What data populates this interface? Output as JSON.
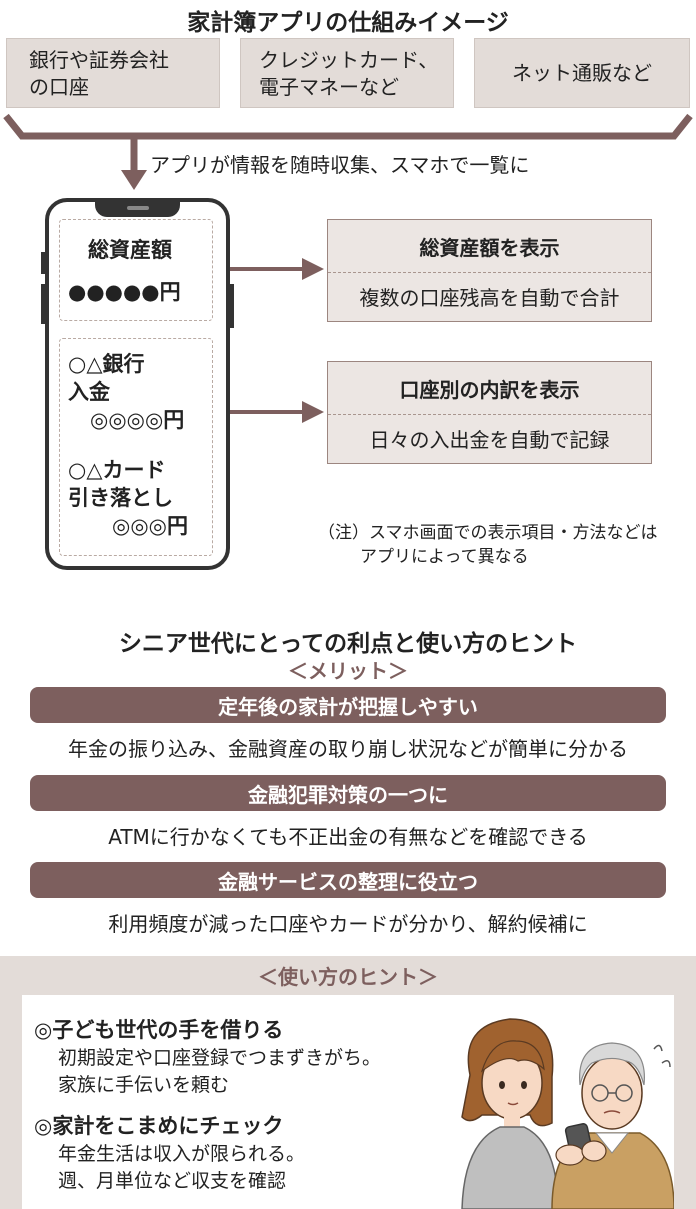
{
  "top": {
    "title": "家計簿アプリの仕組みイメージ",
    "sources": [
      {
        "line1": "銀行や証券会社",
        "line2": "の口座"
      },
      {
        "line1": "クレジットカード、",
        "line2": "電子マネーなど"
      },
      {
        "line1": "ネット通販など",
        "line2": ""
      }
    ],
    "flow_caption": "アプリが情報を随時収集、スマホで一覧に"
  },
  "phone": {
    "panel1": {
      "label": "総資産額",
      "value": "●●●●●円"
    },
    "panel2": {
      "bank": "○△銀行",
      "deposit": "入金",
      "deposit_amount": "◎◎◎◎円",
      "card": "○△カード",
      "debit": "引き落とし",
      "debit_amount": "◎◎◎円"
    }
  },
  "info_boxes": [
    {
      "title": "総資産額を表示",
      "desc": "複数の口座残高を自動で合計"
    },
    {
      "title": "口座別の内訳を表示",
      "desc": "日々の入出金を自動で記録"
    }
  ],
  "note": {
    "line1": "（注）スマホ画面での表示項目・方法などは",
    "line2": "アプリによって異なる"
  },
  "benefits": {
    "title": "シニア世代にとっての利点と使い方のヒント",
    "subtitle": "＜メリット＞",
    "items": [
      {
        "title": "定年後の家計が把握しやすい",
        "desc": "年金の振り込み、金融資産の取り崩し状況などが簡単に分かる"
      },
      {
        "title": "金融犯罪対策の一つに",
        "desc": "ATMに行かなくても不正出金の有無などを確認できる"
      },
      {
        "title": "金融サービスの整理に役立つ",
        "desc": "利用頻度が減った口座やカードが分かり、解約候補に"
      }
    ]
  },
  "hints": {
    "title": "＜使い方のヒント＞",
    "items": [
      {
        "title": "◎子ども世代の手を借りる",
        "line1": "初期設定や口座登録でつまずきがち。",
        "line2": "家族に手伝いを頼む"
      },
      {
        "title": "◎家計をこまめにチェック",
        "line1": "年金生活は収入が限られる。",
        "line2": "週、月単位など収支を確認"
      }
    ]
  },
  "colors": {
    "accent": "#7d5f5e",
    "box_fill": "#e3dcd8",
    "arrow": "#7d5f5e"
  }
}
